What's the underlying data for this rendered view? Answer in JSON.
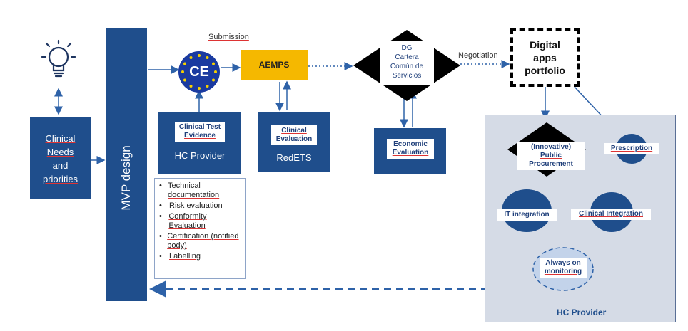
{
  "clinical_needs": {
    "line1": "Clinical",
    "line2": "Needs",
    "line3": "and",
    "line4": "priorities"
  },
  "mvp": {
    "label": "MVP design"
  },
  "submission": "Submission",
  "ce_mark": "CE",
  "aemps": "AEMPS",
  "hc_provider_box": {
    "evidence_line1": "Clinical Test",
    "evidence_line2": "Evidence",
    "label": "HC Provider"
  },
  "redets_box": {
    "label_line1": "Clinical",
    "label_line2": "Evaluation",
    "name": "RedETS"
  },
  "requirements": [
    "Technical documentation",
    "Risk evaluation",
    "Conformity Evaluation",
    "Certification (notified body)",
    "Labelling"
  ],
  "dg": {
    "line1": "DG",
    "line2": "Cartera",
    "line3": "Común de",
    "line4": "Servicios"
  },
  "economic": {
    "line1": "Economic",
    "line2": "Evaluation"
  },
  "negotiation": "Negotiation",
  "portfolio": {
    "line1": "Digital",
    "line2": "apps",
    "line3": "portfolio"
  },
  "hc_panel": {
    "procurement_line1": "(Innovative)",
    "procurement_line2": "Public Procurement",
    "prescription": "Prescription",
    "it_integration": "IT integration",
    "clinical_integration": "Clinical Integration",
    "monitoring_line1": "Always on",
    "monitoring_line2": "monitoring",
    "title": "HC Provider"
  },
  "colors": {
    "navy": "#1f4e8c",
    "gold": "#f5b800",
    "panel": "#d5dbe6",
    "arrow": "#2e62a8"
  }
}
